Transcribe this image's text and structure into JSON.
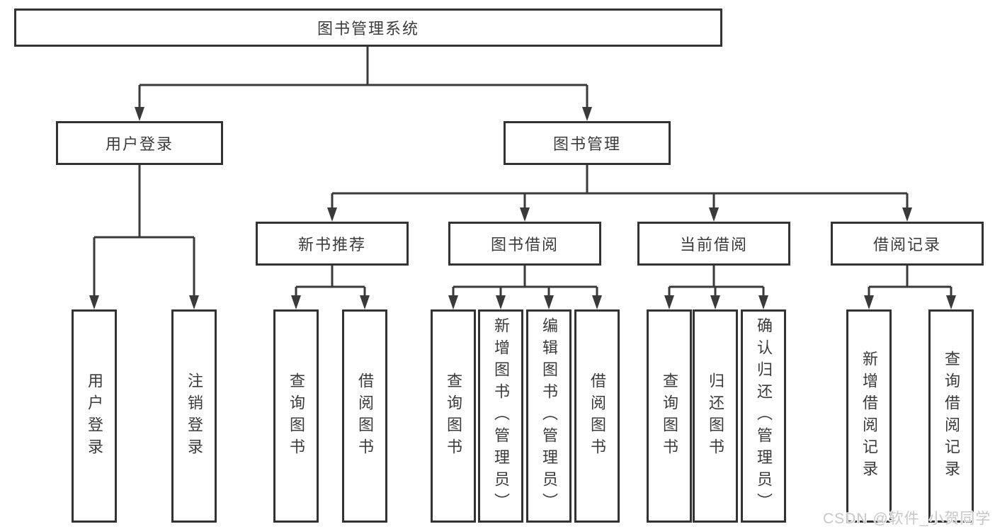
{
  "diagram": {
    "title": "图书管理系统",
    "type": "hierarchy-tree",
    "root": {
      "label": "图书管理系统"
    },
    "level2": [
      {
        "label": "用户登录",
        "parent": "图书管理系统"
      },
      {
        "label": "图书管理",
        "parent": "图书管理系统"
      }
    ],
    "level3": [
      {
        "label": "新书推荐",
        "parent": "图书管理"
      },
      {
        "label": "图书借阅",
        "parent": "图书管理"
      },
      {
        "label": "当前借阅",
        "parent": "图书管理"
      },
      {
        "label": "借阅记录",
        "parent": "图书管理"
      }
    ],
    "leaves": [
      {
        "label": "用户登录",
        "parent": "用户登录"
      },
      {
        "label": "注销登录",
        "parent": "用户登录"
      },
      {
        "label": "查询图书",
        "parent": "新书推荐"
      },
      {
        "label": "借阅图书",
        "parent": "新书推荐"
      },
      {
        "label": "查询图书",
        "parent": "图书借阅"
      },
      {
        "label": "新增图书（管理员）",
        "parent": "图书借阅"
      },
      {
        "label": "编辑图书（管理员）",
        "parent": "图书借阅"
      },
      {
        "label": "借阅图书",
        "parent": "图书借阅"
      },
      {
        "label": "查询图书",
        "parent": "当前借阅"
      },
      {
        "label": "归还图书",
        "parent": "当前借阅"
      },
      {
        "label": "确认归还（管理员）",
        "parent": "当前借阅"
      },
      {
        "label": "新增借阅记录",
        "parent": "借阅记录"
      },
      {
        "label": "查询借阅记录",
        "parent": "借阅记录"
      }
    ]
  },
  "watermark": {
    "text": "CSDN @软件_小贺同学"
  },
  "colors": {
    "line": "#3a3a3a",
    "border": "#333333",
    "text": "#3b3b3b",
    "background": "#ffffff",
    "watermark": "#c7c7c7"
  }
}
